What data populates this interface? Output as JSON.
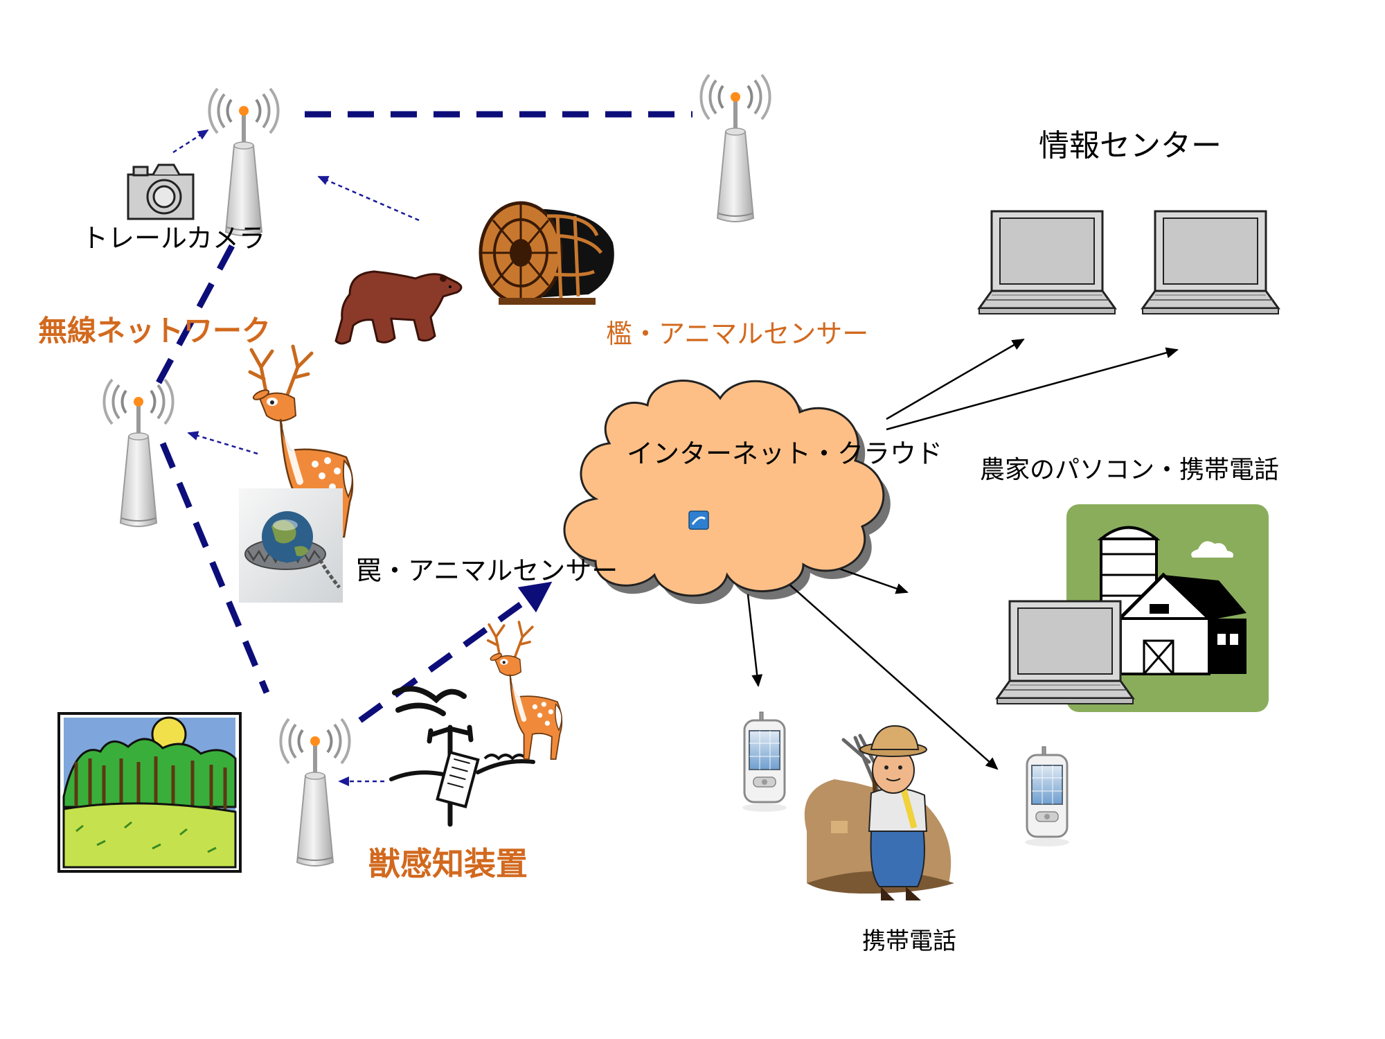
{
  "labels": {
    "trail_camera": "トレールカメラ",
    "wireless_network": "無線ネットワーク",
    "cage_sensor": "檻・アニマルセンサー",
    "trap_sensor": "罠・アニマルセンサー",
    "beast_detector": "獣感知装置",
    "internet_cloud": "インターネット・クラウド",
    "info_center": "情報センター",
    "farmer_pc_phone": "農家のパソコン・携帯電話",
    "mobile_phone": "携帯電話"
  },
  "colors": {
    "network_dash": "#0d0d7a",
    "sensor_arrow": "#1a1a99",
    "orange_label": "#d2691e",
    "cloud_fill": "#fdbf86",
    "farm_bg": "#8aad5c"
  },
  "icons": {
    "tower": "antenna-tower-icon",
    "camera": "camera-icon",
    "laptop": "laptop-icon",
    "phone": "mobile-phone-icon"
  }
}
